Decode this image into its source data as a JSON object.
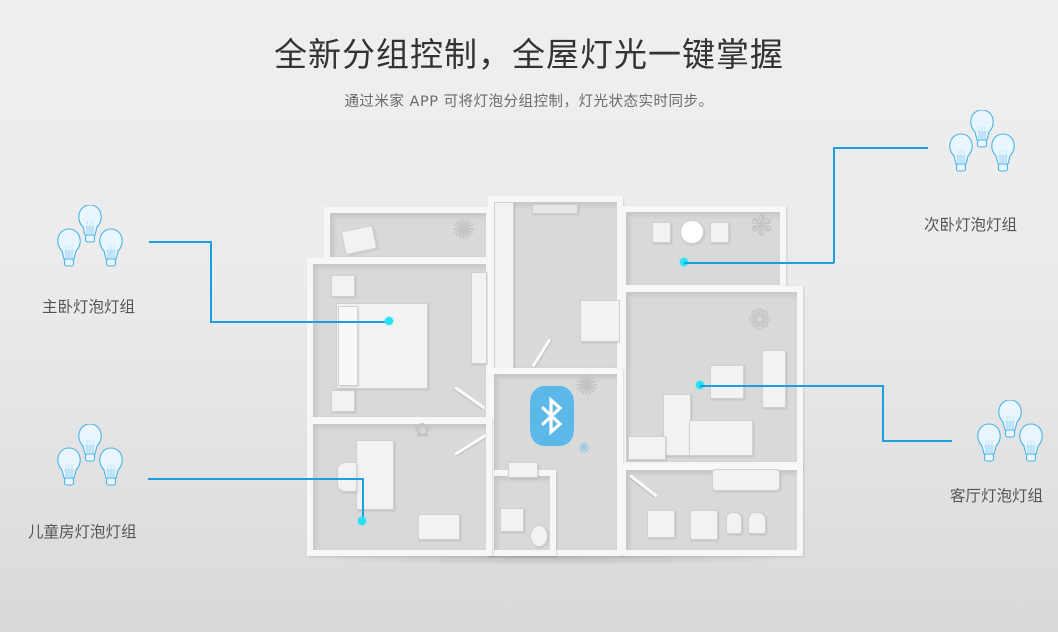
{
  "header": {
    "title": "全新分组控制，全屋灯光一键掌握",
    "subtitle": "通过米家 APP 可将灯泡分组控制，灯光状态实时同步。"
  },
  "groups": [
    {
      "id": "master-bedroom",
      "label": "主卧灯泡灯组",
      "icon": "light-bulb-group-icon"
    },
    {
      "id": "kids-room",
      "label": "儿童房灯泡灯组",
      "icon": "light-bulb-group-icon"
    },
    {
      "id": "second-bedroom",
      "label": "次卧灯泡灯组",
      "icon": "light-bulb-group-icon"
    },
    {
      "id": "living-room",
      "label": "客厅灯泡灯组",
      "icon": "light-bulb-group-icon"
    }
  ],
  "center_badge": {
    "icon": "bluetooth-icon",
    "mark": "®",
    "color": "#5db8ea"
  },
  "colors": {
    "connector_line": "#1aa0e0",
    "connector_dot": "#27e0f4",
    "bulb_outline": "#4ab3ea",
    "title_text": "#333333",
    "subtitle_text": "#6b6b6b",
    "label_text": "#555555"
  }
}
